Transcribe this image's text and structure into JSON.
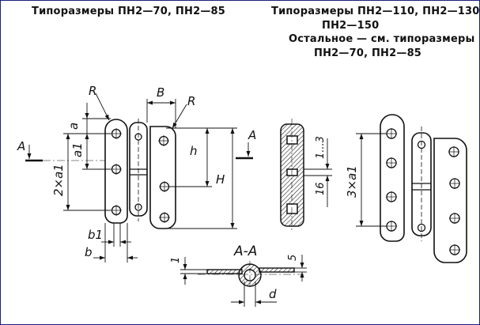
{
  "titles": {
    "left": "Типоразмеры ПН2—70, ПН2—85",
    "right_line1": "Типоразмеры ПН2—110, ПН2—130,",
    "right_line2": "ПН2—150",
    "right_line3": "Остальное — см. типоразмеры",
    "right_line4": "ПН2—70, ПН2—85"
  },
  "labels": {
    "R_left": "R",
    "R_right": "R",
    "B": "B",
    "a": "a",
    "a1": "a1",
    "two_a1": "2×a1",
    "h": "h",
    "H": "H",
    "A_left": "A",
    "A_right": "A",
    "b1": "b1",
    "b": "b",
    "range_1_3": "1...3",
    "dim_16": "16",
    "three_a1": "3×a1",
    "section_AA": "A-A",
    "dim_1": "1",
    "dim_5": "5",
    "d": "d"
  },
  "colors": {
    "ink": "#111111",
    "frame": "#1a1f7a"
  }
}
